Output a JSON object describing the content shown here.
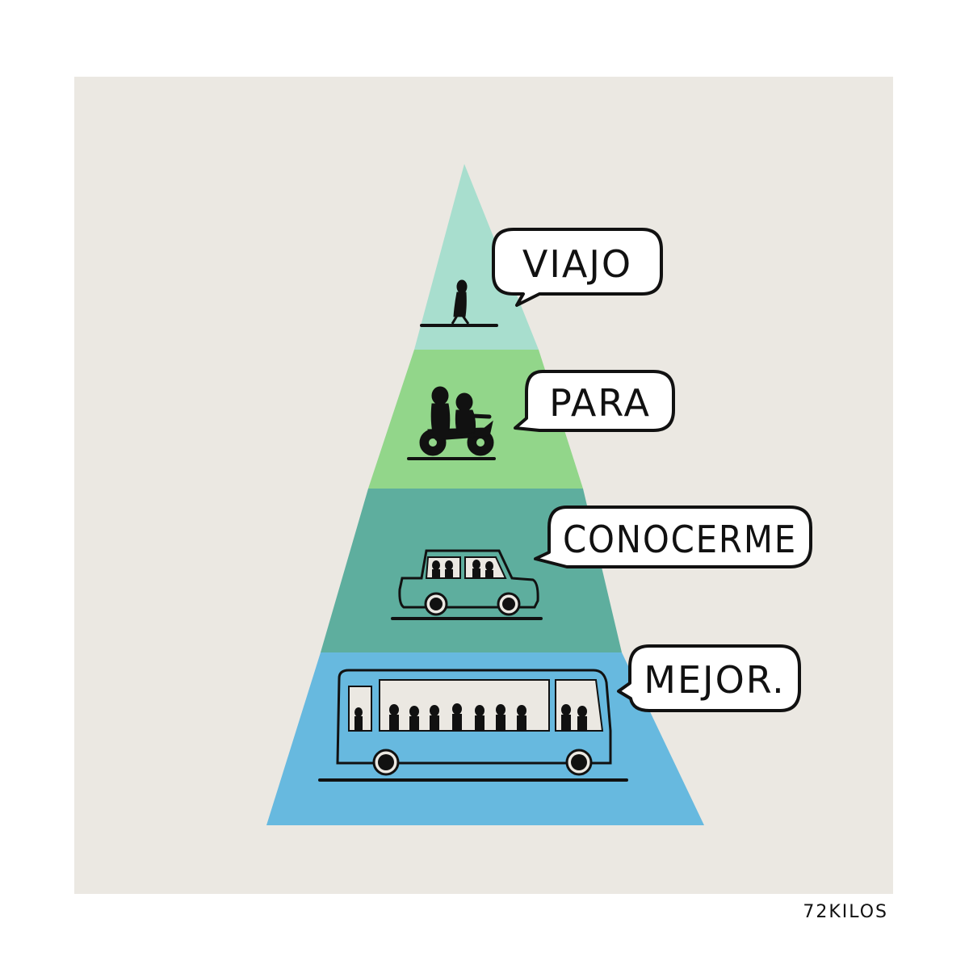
{
  "comic": {
    "panel_color": "#EBE8E2",
    "tiers": [
      {
        "name": "walking",
        "color": "#A8DECE",
        "word": "VIAJO"
      },
      {
        "name": "motorcycle",
        "color": "#92D68A",
        "word": "PARA"
      },
      {
        "name": "car",
        "color": "#5EAE9E",
        "word": "CONOCERME"
      },
      {
        "name": "bus",
        "color": "#67B9DF",
        "word": "MEJOR."
      }
    ],
    "signature": "72KILOS"
  }
}
